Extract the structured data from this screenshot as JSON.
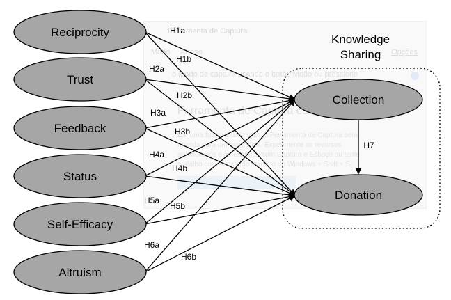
{
  "diagram": {
    "group_label_line1": "Knowledge",
    "group_label_line2": "Sharing",
    "constructs": [
      {
        "id": "reciprocity",
        "label": "Reciprocity"
      },
      {
        "id": "trust",
        "label": "Trust"
      },
      {
        "id": "feedback",
        "label": "Feedback"
      },
      {
        "id": "status",
        "label": "Status"
      },
      {
        "id": "self-efficacy",
        "label": "Self-Efficacy"
      },
      {
        "id": "altruism",
        "label": "Altruism"
      }
    ],
    "outcomes": [
      {
        "id": "collection",
        "label": "Collection"
      },
      {
        "id": "donation",
        "label": "Donation"
      }
    ],
    "hypotheses": [
      {
        "label": "H1a",
        "from": "reciprocity",
        "to": "collection"
      },
      {
        "label": "H1b",
        "from": "reciprocity",
        "to": "donation"
      },
      {
        "label": "H2a",
        "from": "trust",
        "to": "collection"
      },
      {
        "label": "H2b",
        "from": "trust",
        "to": "donation"
      },
      {
        "label": "H3a",
        "from": "feedback",
        "to": "collection"
      },
      {
        "label": "H3b",
        "from": "feedback",
        "to": "donation"
      },
      {
        "label": "H4a",
        "from": "status",
        "to": "collection"
      },
      {
        "label": "H4b",
        "from": "status",
        "to": "donation"
      },
      {
        "label": "H5a",
        "from": "self-efficacy",
        "to": "collection"
      },
      {
        "label": "H5b",
        "from": "self-efficacy",
        "to": "donation"
      },
      {
        "label": "H6a",
        "from": "altruism",
        "to": "collection"
      },
      {
        "label": "H6b",
        "from": "altruism",
        "to": "donation"
      },
      {
        "label": "H7",
        "from": "collection",
        "to": "donation"
      }
    ]
  },
  "background_dialog": {
    "title": "Ferramenta de Captura",
    "menu_mode": "Modo",
    "menu_delay": "Atraso",
    "menu_options": "Opções",
    "info_line": "o modo de captura usando o botão Modo ou pressione",
    "heading": "Ferramenta de Captura está mudando...",
    "para_line1": "Em uma futura atualização, a Ferramenta de Captura será",
    "para_line2": "movida para um novo local. Experimente os recursos",
    "para_line3": "aprimorados e as capturas com Captura e Esboço ou tente",
    "para_line4": "o atalho com a tecla do logotipo do Windows + Shift + S."
  }
}
